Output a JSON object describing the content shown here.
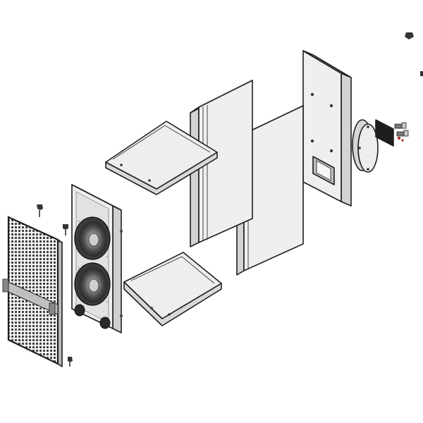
{
  "diagram": {
    "kind": "exploded view",
    "colors": {
      "panel_face": "#efefef",
      "panel_side": "#d6d6d6",
      "panel_dark": "#bcbcbc",
      "outline": "#1f1f1f",
      "driver_cone": "#6a6a6a",
      "driver_dark": "#2a2a2a",
      "grille_mesh": "#3a3a3a",
      "background": "#ffffff"
    },
    "parts": [
      {
        "name": "front-grille",
        "icon": "perforated-grille-icon"
      },
      {
        "name": "front-baffle",
        "icon": "speaker-baffle-icon"
      },
      {
        "name": "top-panel",
        "icon": "panel-icon"
      },
      {
        "name": "bottom-panel",
        "icon": "panel-icon"
      },
      {
        "name": "left-side-panel",
        "icon": "panel-icon"
      },
      {
        "name": "right-side-panel",
        "icon": "panel-icon"
      },
      {
        "name": "back-panel",
        "icon": "panel-icon"
      },
      {
        "name": "rear-port-cap",
        "icon": "disc-icon"
      },
      {
        "name": "terminal-plate",
        "icon": "terminal-icon"
      },
      {
        "name": "fasteners",
        "icon": "screw-icon"
      }
    ]
  }
}
